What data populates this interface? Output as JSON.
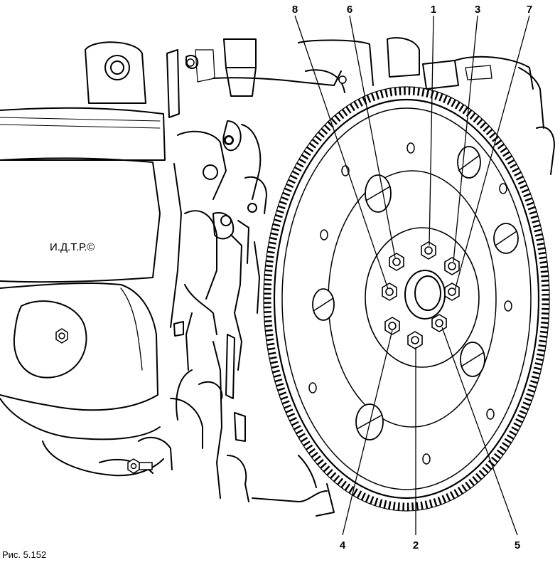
{
  "watermark": "И.Д.Т.Р.©",
  "figure_label": "Рис. 5.152",
  "callouts": [
    "1",
    "2",
    "3",
    "4",
    "5",
    "6",
    "7",
    "8"
  ],
  "colors": {
    "ink": "#000000",
    "paper": "#ffffff"
  }
}
